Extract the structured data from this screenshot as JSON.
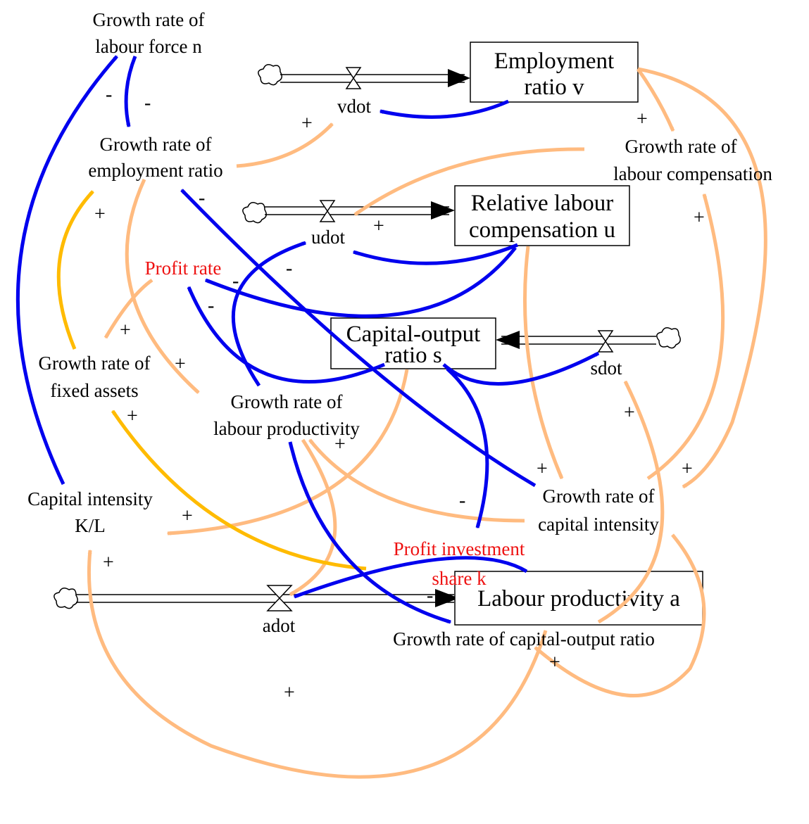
{
  "diagram": {
    "colors": {
      "negative_link": "#0000ee",
      "positive_link": "#ffbb80",
      "highlight_link": "#ffbb00",
      "flow_pipe": "#000000",
      "stock_border": "#000000",
      "red_label": "#ee1111"
    },
    "stocks": {
      "employment": [
        "Employment",
        "ratio v"
      ],
      "labour_comp": [
        "Relative labour",
        "compensation u"
      ],
      "capital_output": [
        "Capital-output",
        "ratio s"
      ],
      "productivity": [
        "Labour productivity a"
      ]
    },
    "flows": {
      "vdot": "vdot",
      "udot": "udot",
      "sdot": "sdot",
      "adot": "adot"
    },
    "variables": {
      "g_labour_force": [
        "Growth rate of",
        "labour force n"
      ],
      "g_employment": [
        "Growth rate of",
        "employment ratio"
      ],
      "g_compensation": [
        "Growth rate of",
        "labour compensation"
      ],
      "profit_rate": [
        "Profit rate"
      ],
      "g_fixed_assets": [
        "Growth rate of",
        "fixed assets"
      ],
      "g_productivity": [
        "Growth rate of",
        "labour productivity"
      ],
      "capital_intensity": [
        "Capital intensity",
        "K/L"
      ],
      "g_capital_intensity": [
        "Growth rate of",
        "capital intensity"
      ],
      "profit_investment_share": [
        "Profit investment",
        "share k"
      ],
      "g_capital_output": [
        "Growth rate of capital-output ratio"
      ]
    },
    "signs": {
      "plus": "+",
      "minus": "-"
    }
  }
}
